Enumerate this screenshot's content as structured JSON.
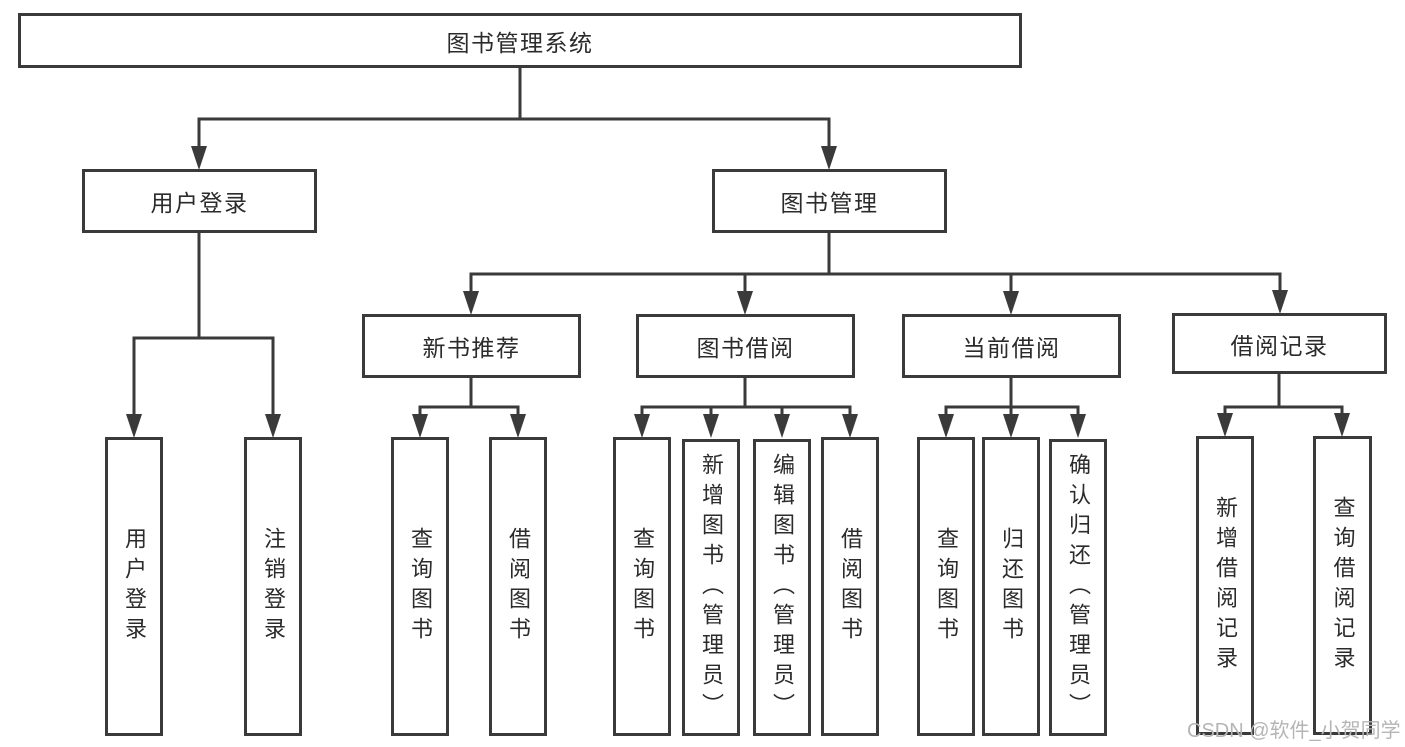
{
  "colors": {
    "background": "#ffffff",
    "line": "#3a3a3a",
    "box_border": "#3a3a3a",
    "text": "#2b2b2b",
    "watermark": "#b5b5b5"
  },
  "watermark": "CSDN @软件_小贺同学",
  "diagram": {
    "root": "图书管理系统",
    "branches": [
      {
        "label": "用户登录",
        "children": [
          "用户登录",
          "注销登录"
        ]
      },
      {
        "label": "图书管理",
        "groups": [
          {
            "label": "新书推荐",
            "children": [
              "查询图书",
              "借阅图书"
            ]
          },
          {
            "label": "图书借阅",
            "children": [
              "查询图书",
              "新增图书（管理员）",
              "编辑图书（管理员）",
              "借阅图书"
            ]
          },
          {
            "label": "当前借阅",
            "children": [
              "查询图书",
              "归还图书",
              "确认归还（管理员）"
            ]
          },
          {
            "label": "借阅记录",
            "children": [
              "新增借阅记录",
              "查询借阅记录"
            ]
          }
        ]
      }
    ]
  }
}
